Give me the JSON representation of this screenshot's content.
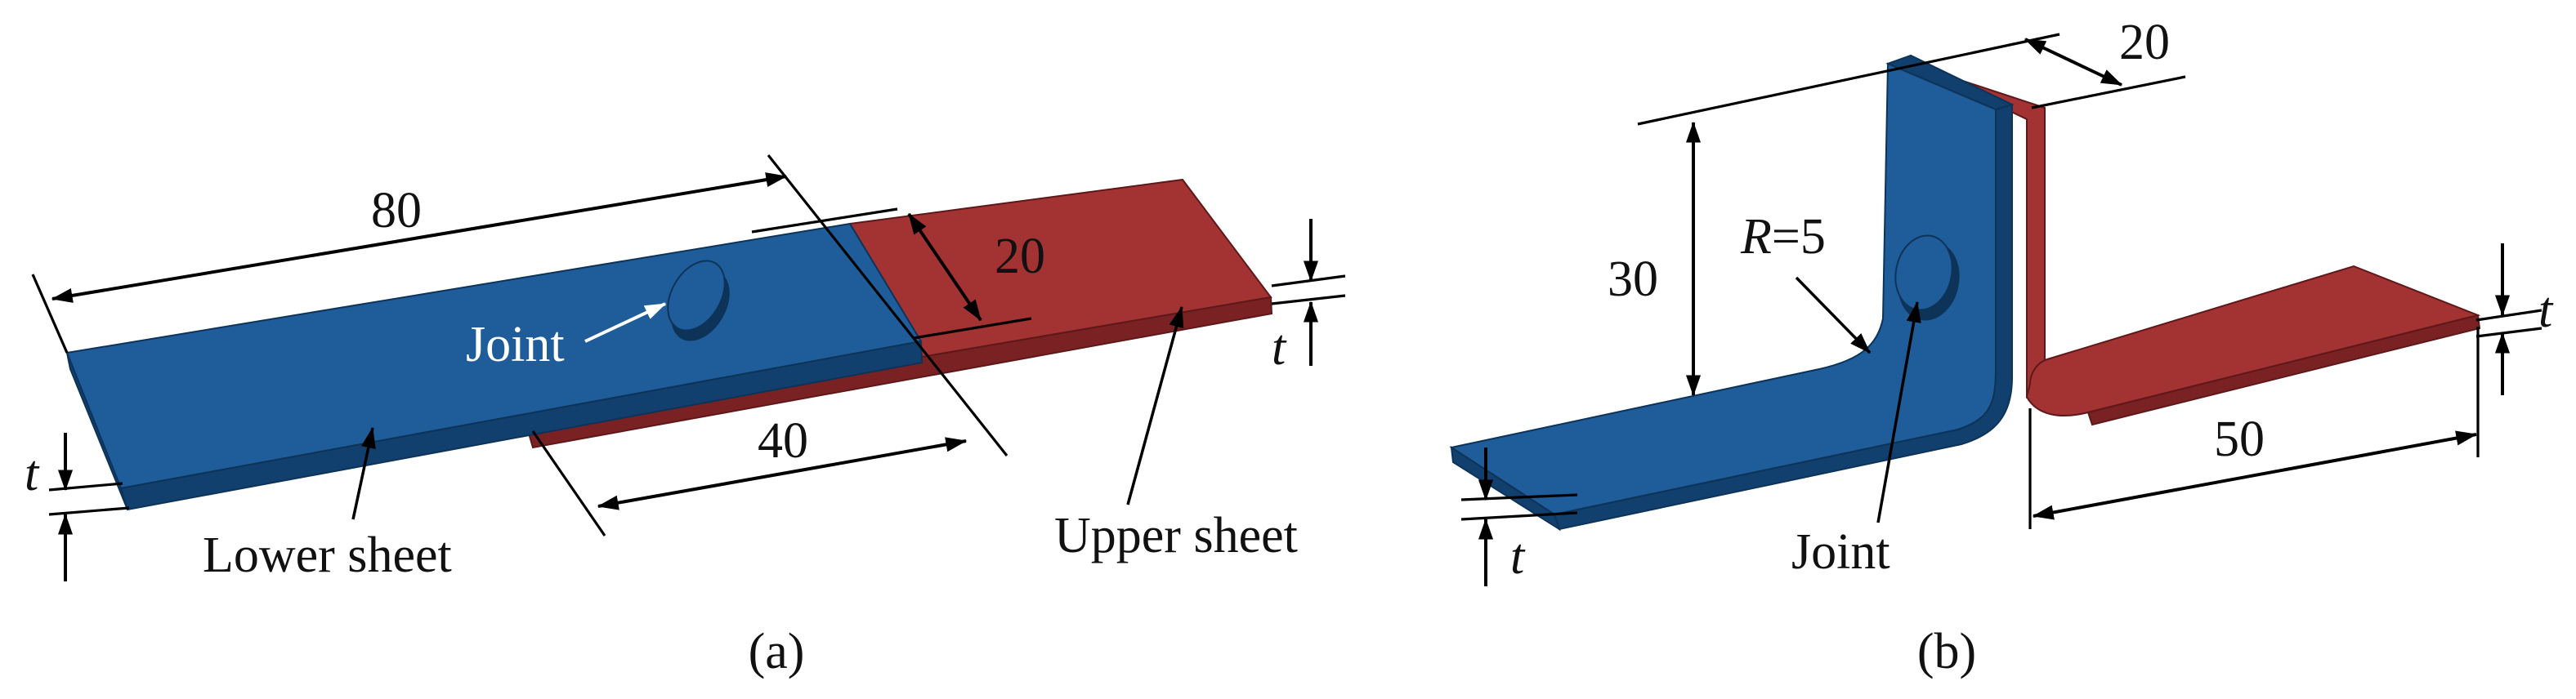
{
  "colors": {
    "lower_sheet": "#1f5d9a",
    "lower_sheet_dark": "#12406e",
    "lower_sheet_edge": "#0d3358",
    "upper_sheet": "#a33233",
    "upper_sheet_dark": "#7a2223",
    "upper_sheet_edge": "#5e1819",
    "line": "#000000"
  },
  "panel_a": {
    "caption": "(a)",
    "dim_length_lower": "80",
    "dim_width": "20",
    "dim_overlap": "40",
    "dim_thickness_lower": "t",
    "dim_thickness_upper": "t",
    "label_joint": "Joint",
    "label_lower_sheet": "Lower sheet",
    "label_upper_sheet": "Upper sheet"
  },
  "panel_b": {
    "caption": "(b)",
    "dim_height": "30",
    "dim_width": "20",
    "dim_flange": "50",
    "dim_radius_symbol": "R",
    "dim_radius_value": "=5",
    "dim_thickness_left": "t",
    "dim_thickness_right": "t",
    "label_joint": "Joint"
  }
}
